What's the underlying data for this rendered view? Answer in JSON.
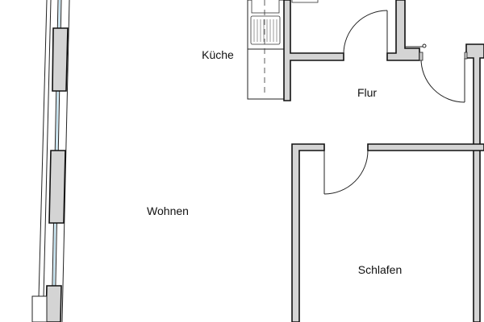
{
  "rooms": {
    "kitchen": "Küche",
    "hallway": "Flur",
    "living": "Wohnen",
    "bedroom": "Schlafen"
  },
  "colors": {
    "wall_fill": "#d4d4d4",
    "wall_outline": "#111111",
    "window_glass": "#bfe0ee"
  }
}
